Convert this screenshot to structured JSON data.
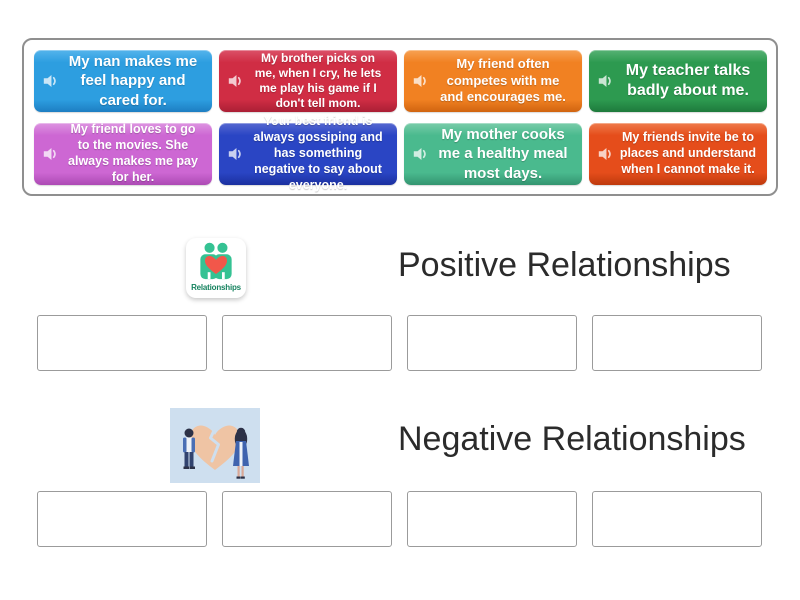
{
  "tray": {
    "border_color": "#8f8f8f"
  },
  "cards": [
    {
      "text": "My nan makes me feel happy and cared for.",
      "color_top": "#55B4EC",
      "color_main": "#2D9EE0",
      "color_bottom": "#1D7EC2",
      "font_size": 15
    },
    {
      "text": "My brother picks on me, when I cry, he lets me play his game if I don't tell mom.",
      "color_top": "#DB5168",
      "color_main": "#D02D44",
      "color_bottom": "#AA1F35",
      "font_size": 12
    },
    {
      "text": "My friend often competes with me and encourages me.",
      "color_top": "#F7A254",
      "color_main": "#F18122",
      "color_bottom": "#D06410",
      "font_size": 13
    },
    {
      "text": "My teacher talks badly about me.",
      "color_top": "#57B274",
      "color_main": "#2D9A50",
      "color_bottom": "#1E7A3C",
      "font_size": 16
    },
    {
      "text": "My friend loves to go to the movies. She always makes me pay for her.",
      "color_top": "#DD94E1",
      "color_main": "#CD67D3",
      "color_bottom": "#AC4AB4",
      "font_size": 12.5
    },
    {
      "text": "Your best friend is always gossiping and has something negative to say about everyone.",
      "color_top": "#5668D1",
      "color_main": "#2A45C4",
      "color_bottom": "#1B309F",
      "font_size": 12.5
    },
    {
      "text": "My mother cooks me a healthy meal most days.",
      "color_top": "#79CCA9",
      "color_main": "#4ABA8E",
      "color_bottom": "#339470",
      "font_size": 15
    },
    {
      "text": "My friends invite be to places and understand when I cannot make it.",
      "color_top": "#EF7B4C",
      "color_main": "#E54D1B",
      "color_bottom": "#BE3A0D",
      "font_size": 12.5
    }
  ],
  "groups": [
    {
      "label": "Positive Relationships",
      "icon_caption": "Relationships",
      "slot_count": 4
    },
    {
      "label": "Negative Relationships",
      "slot_count": 4
    }
  ],
  "colors": {
    "header_text": "#2b2b2b",
    "slot_border": "#9b9b9b",
    "positive_icon_green": "#35C293",
    "positive_icon_heart": "#F2574A",
    "negative_icon_bg": "#CEDFEF",
    "negative_icon_heart": "#EFC4A4",
    "negative_icon_figures": "#3F63AE"
  }
}
